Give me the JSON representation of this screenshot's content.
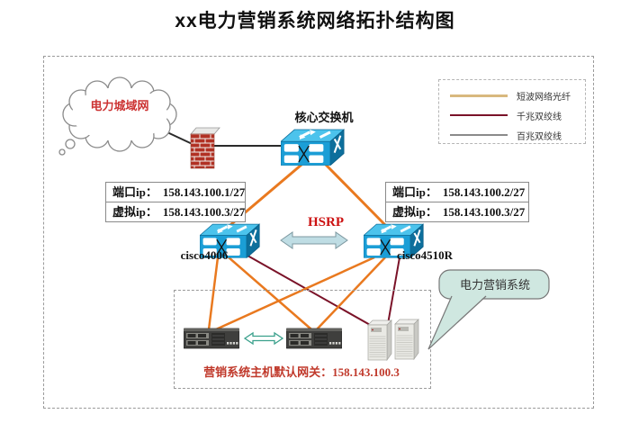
{
  "title": "xx电力营销系统网络拓扑结构图",
  "legend": {
    "items": [
      {
        "label": "短波网络光纤",
        "color": "#d8b87e"
      },
      {
        "label": "千兆双绞线",
        "color": "#7a1228"
      },
      {
        "label": "百兆双绞线",
        "color": "#8a8a8a"
      }
    ]
  },
  "nodes": {
    "cloud_label": "电力城域网",
    "core_switch_label": "核心交换机",
    "left_switch_label": "cisco4006",
    "right_switch_label": "cisco4510R",
    "hsrp_label": "HSRP",
    "callout_label": "电力营销系统"
  },
  "ip_boxes": {
    "left": {
      "rows": [
        {
          "label": "端口ip：",
          "value": "158.143.100.1/27"
        },
        {
          "label": "虚拟ip：",
          "value": "158.143.100.3/27"
        }
      ]
    },
    "right": {
      "rows": [
        {
          "label": "端口ip：",
          "value": "158.143.100.2/27"
        },
        {
          "label": "虚拟ip：",
          "value": "158.143.100.3/27"
        }
      ]
    }
  },
  "gateway": {
    "label": "营销系统主机默认网关：",
    "value": "158.143.100.3"
  },
  "connections": [
    {
      "from": "cloud",
      "to": "firewall",
      "color": "#2a2a2a"
    },
    {
      "from": "firewall",
      "to": "core_switch",
      "color": "#2a2a2a"
    },
    {
      "from": "core_switch",
      "to": "cisco4006",
      "color": "#e9791f"
    },
    {
      "from": "core_switch",
      "to": "cisco4510R",
      "color": "#e9791f"
    },
    {
      "from": "cisco4006",
      "to": "rack_server_1",
      "color": "#e9791f"
    },
    {
      "from": "cisco4006",
      "to": "rack_server_2",
      "color": "#e9791f"
    },
    {
      "from": "cisco4006",
      "to": "tower_servers",
      "color": "#7a1228"
    },
    {
      "from": "cisco4510R",
      "to": "rack_server_1",
      "color": "#e9791f"
    },
    {
      "from": "cisco4510R",
      "to": "rack_server_2",
      "color": "#e9791f"
    },
    {
      "from": "cisco4510R",
      "to": "tower_servers",
      "color": "#7a1228"
    },
    {
      "from": "rack_server_1",
      "to": "rack_server_2",
      "color": "#3aa08c"
    }
  ],
  "colors": {
    "switch_front": "#1b9ed6",
    "switch_top": "#4cc3ec",
    "switch_side": "#0d6f9c",
    "firewall_brick": "#b13124",
    "orange_line": "#e9791f",
    "dark_red_line": "#7a1228",
    "gray_line": "#8a8a8a",
    "callout_fill": "#cfe7e0",
    "red_text": "#c0392b"
  }
}
